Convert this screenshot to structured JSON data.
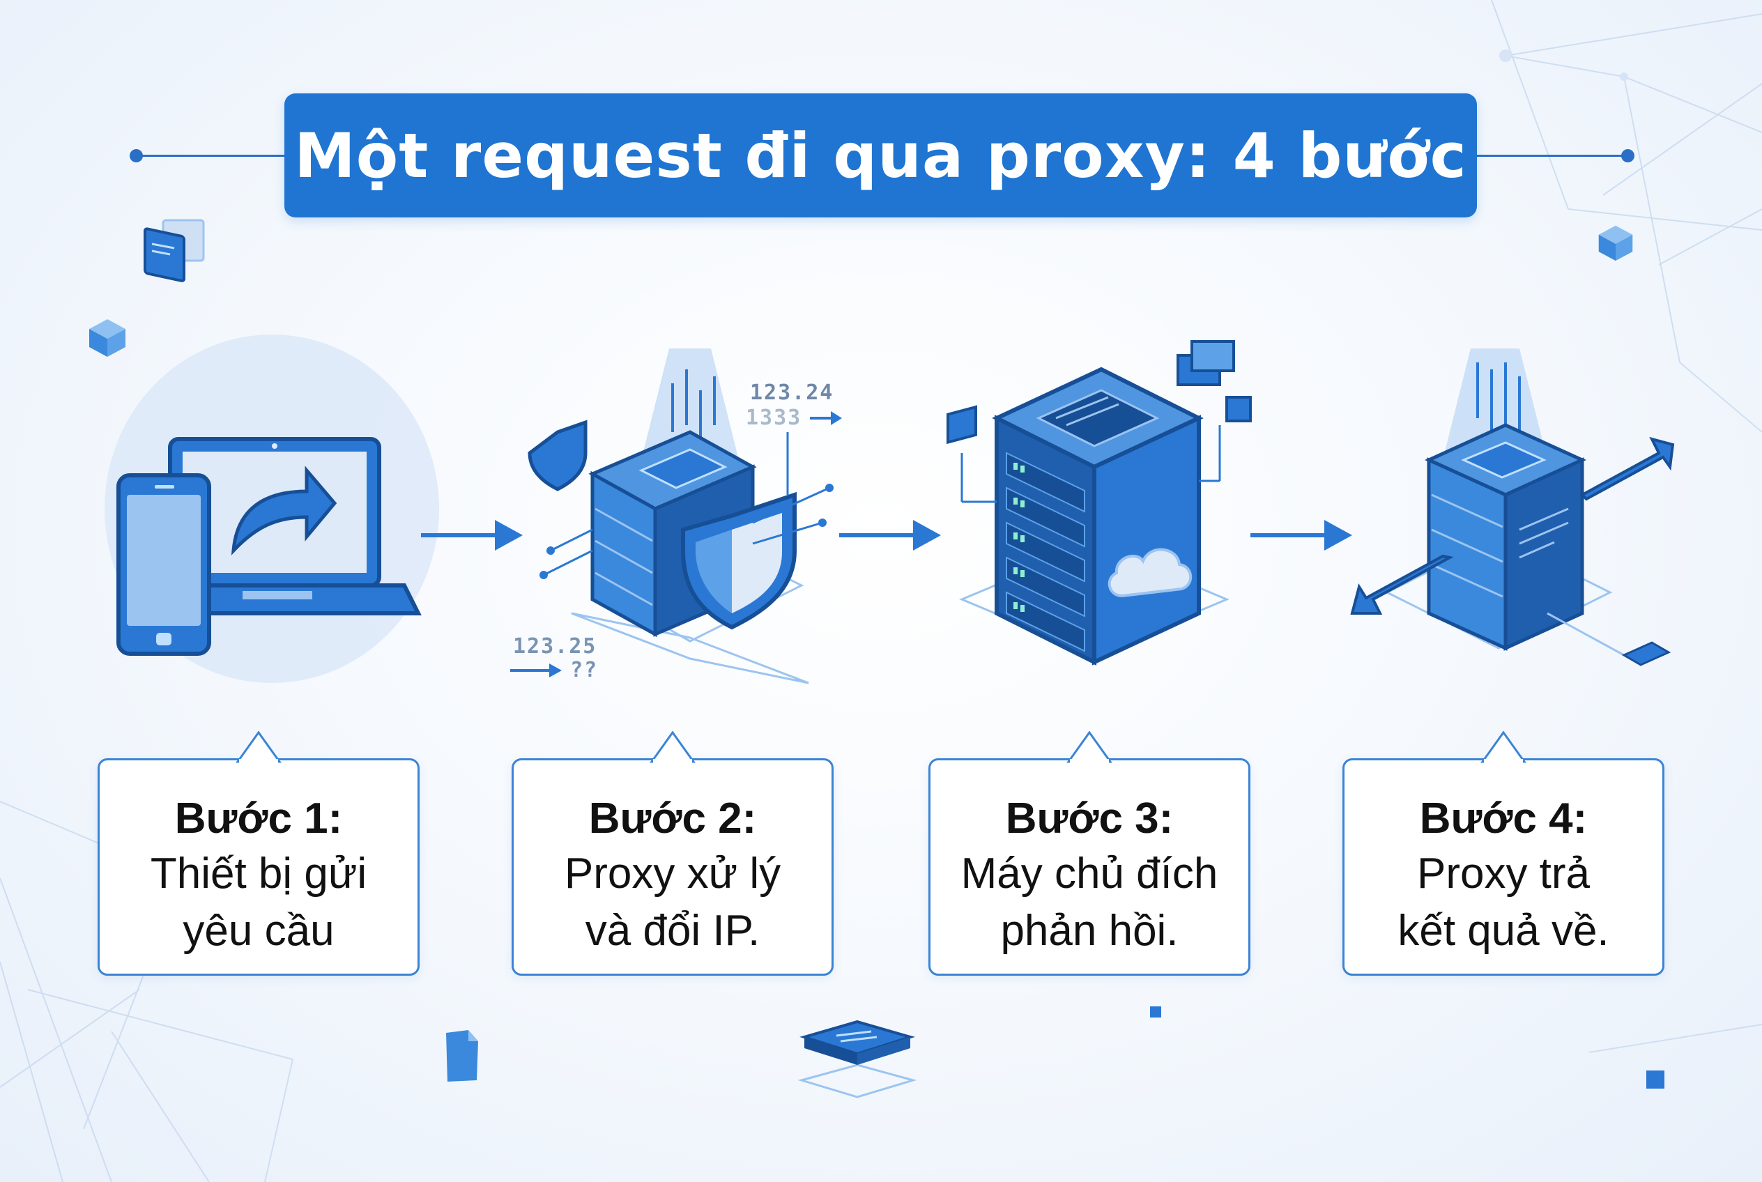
{
  "title": "Một request đi qua proxy: 4 bước",
  "colors": {
    "primary": "#1f75d1",
    "accent": "#3b84d6",
    "light": "#9cc4f0",
    "text": "#111111"
  },
  "steps": [
    {
      "title": "Bước 1:",
      "desc": "Thiết bị gửi\nyêu cầu",
      "icon": "devices-send-icon"
    },
    {
      "title": "Bước 2:",
      "desc": "Proxy xử lý\nvà đổi IP.",
      "icon": "proxy-server-shield-icon"
    },
    {
      "title": "Bước 3:",
      "desc": "Máy chủ đích\nphản hồi.",
      "icon": "destination-server-cloud-icon"
    },
    {
      "title": "Bước 4:",
      "desc": "Proxy trả\nkết quả về.",
      "icon": "proxy-return-arrows-icon"
    }
  ],
  "ip_labels": {
    "new_ip": "123.24",
    "new_ip_suffix": "1333",
    "old_ip": "123.25",
    "old_ip_suffix": "??"
  }
}
